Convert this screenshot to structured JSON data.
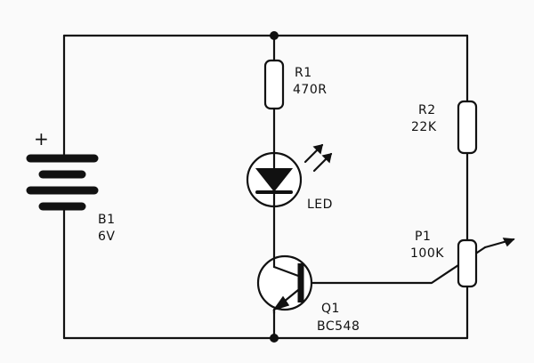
{
  "battery": {
    "polarity": "+",
    "ref": "B1",
    "value": "6V"
  },
  "r1": {
    "ref": "R1",
    "value": "470R"
  },
  "led": {
    "ref": "LED"
  },
  "r2": {
    "ref": "R2",
    "value": "22K"
  },
  "p1": {
    "ref": "P1",
    "value": "100K"
  },
  "q1": {
    "ref": "Q1",
    "value": "BC548"
  }
}
